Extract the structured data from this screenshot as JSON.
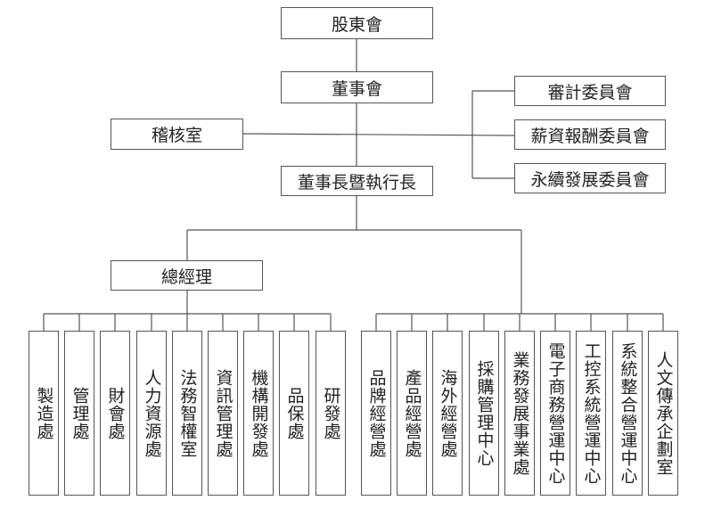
{
  "top": {
    "shareholders": "股東會",
    "board": "董事會",
    "audit_office": "稽核室",
    "chairman_ceo": "董事長暨執行長",
    "general_manager": "總經理"
  },
  "committees": [
    "審計委員會",
    "薪資報酬委員會",
    "永續發展委員會"
  ],
  "left_departments": [
    "製造處",
    "管理處",
    "財會處",
    "人力資源處",
    "法務智權室",
    "資訊管理處",
    "機構開發處",
    "品保處",
    "研發處"
  ],
  "right_departments": [
    "品牌經營處",
    "產品經營處",
    "海外經營處",
    "採購管理中心",
    "業務發展事業處",
    "電子商務營運中心",
    "工控系統營運中心",
    "系統整合營運中心",
    "人文傳承企劃室"
  ],
  "colors": {
    "line": "#555555",
    "border": "#555555",
    "text": "#222222",
    "background": "#ffffff"
  }
}
